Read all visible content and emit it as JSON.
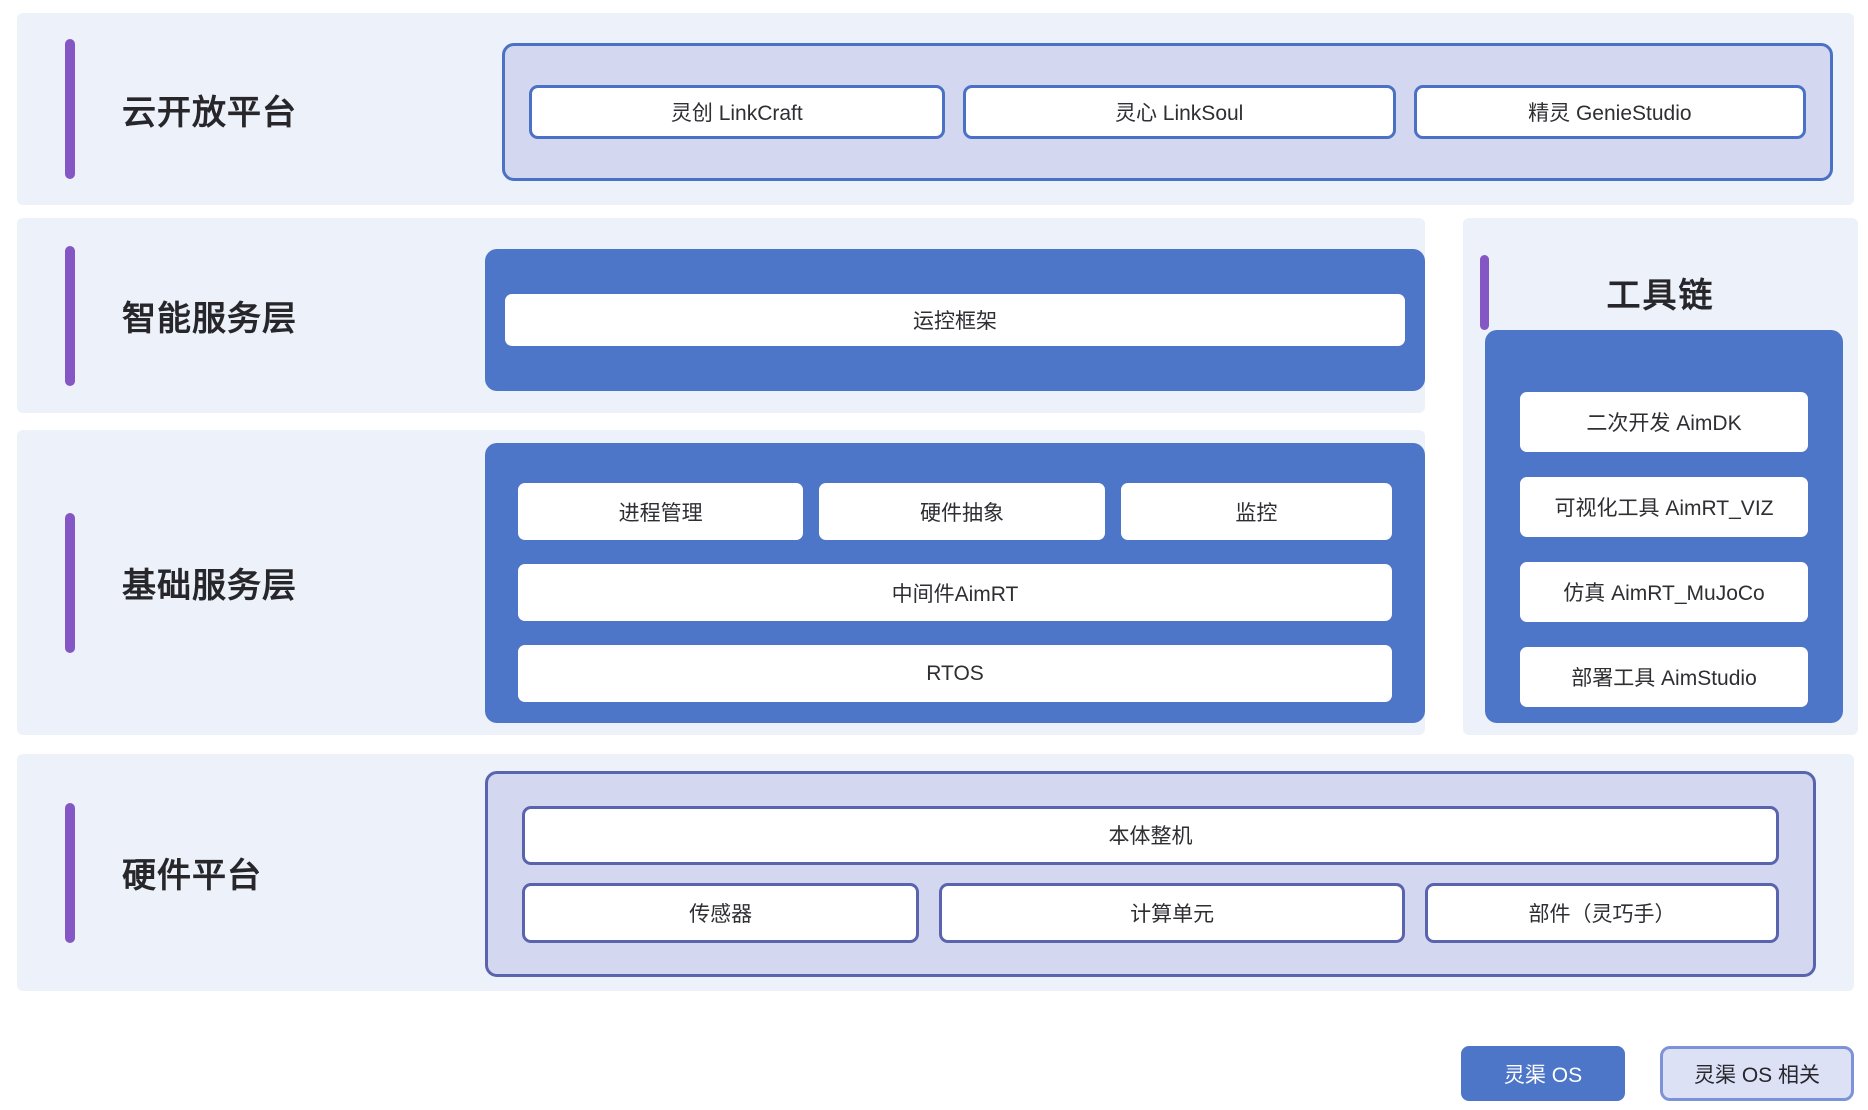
{
  "colors": {
    "section_bg": "#edf1f9",
    "blue_fill": "#4e76c8",
    "lavender_fill": "#d3d7ef",
    "blue_border": "#4a71c4",
    "indigo_border": "#5a64ae",
    "accent_purple": "#8457c5",
    "legend_secondary_fill": "#dce1f6",
    "legend_secondary_border": "#7e92d8"
  },
  "sections": {
    "cloud": {
      "label": "云开放平台",
      "boxes": [
        "灵创 LinkCraft",
        "灵心 LinkSoul",
        "精灵 GenieStudio"
      ]
    },
    "intelligent": {
      "label": "智能服务层",
      "boxes": [
        "运控框架"
      ]
    },
    "basic": {
      "label": "基础服务层",
      "row1": [
        "进程管理",
        "硬件抽象",
        "监控"
      ],
      "row2": "中间件AimRT",
      "row3": "RTOS"
    },
    "toolchain": {
      "label": "工具链",
      "boxes": [
        "二次开发 AimDK",
        "可视化工具 AimRT_VIZ",
        "仿真 AimRT_MuJoCo",
        "部署工具 AimStudio"
      ]
    },
    "hardware": {
      "label": "硬件平台",
      "top_box": "本体整机",
      "boxes": [
        "传感器",
        "计算单元",
        "部件（灵巧手）"
      ]
    }
  },
  "legend": {
    "primary": "灵渠 OS",
    "secondary": "灵渠 OS 相关"
  }
}
